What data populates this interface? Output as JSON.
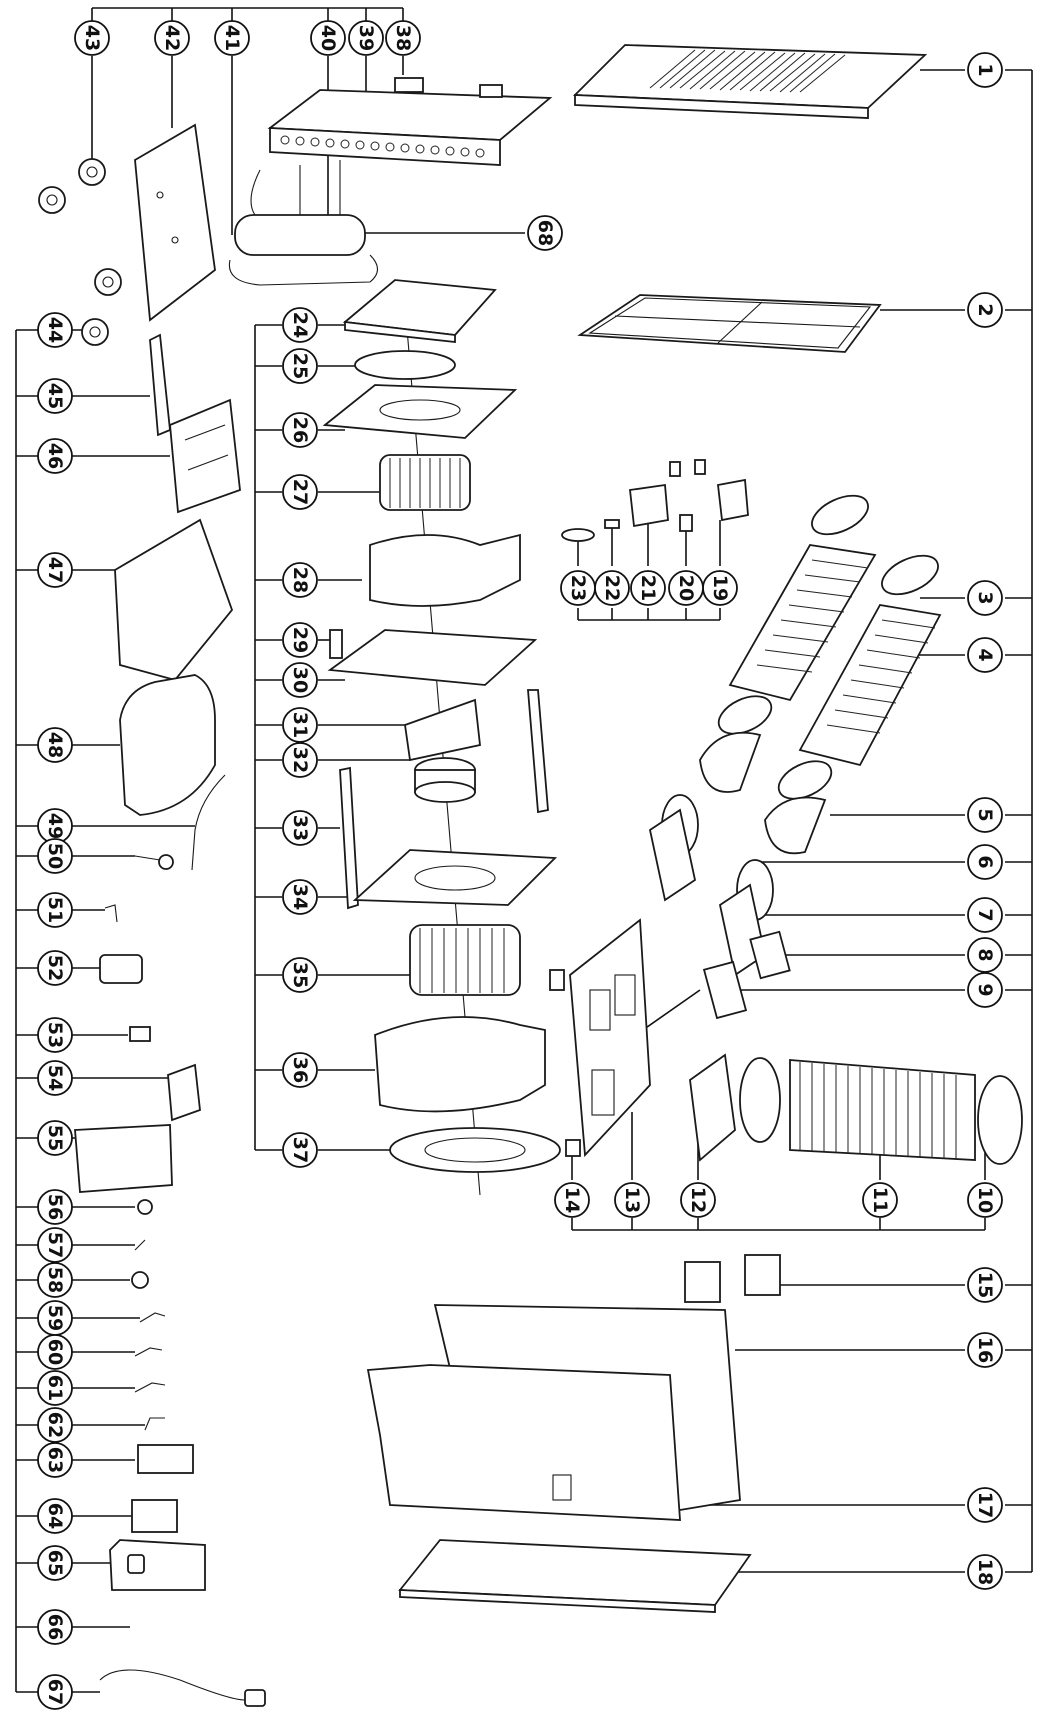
{
  "diagram": {
    "line_color": "#111111",
    "callouts": [
      {
        "n": "1"
      },
      {
        "n": "2"
      },
      {
        "n": "3"
      },
      {
        "n": "4"
      },
      {
        "n": "5"
      },
      {
        "n": "6"
      },
      {
        "n": "7"
      },
      {
        "n": "8"
      },
      {
        "n": "9"
      },
      {
        "n": "10"
      },
      {
        "n": "11"
      },
      {
        "n": "12"
      },
      {
        "n": "13"
      },
      {
        "n": "14"
      },
      {
        "n": "15"
      },
      {
        "n": "16"
      },
      {
        "n": "17"
      },
      {
        "n": "18"
      },
      {
        "n": "19"
      },
      {
        "n": "20"
      },
      {
        "n": "21"
      },
      {
        "n": "22"
      },
      {
        "n": "23"
      },
      {
        "n": "24"
      },
      {
        "n": "25"
      },
      {
        "n": "26"
      },
      {
        "n": "27"
      },
      {
        "n": "28"
      },
      {
        "n": "29"
      },
      {
        "n": "30"
      },
      {
        "n": "31"
      },
      {
        "n": "32"
      },
      {
        "n": "33"
      },
      {
        "n": "34"
      },
      {
        "n": "35"
      },
      {
        "n": "36"
      },
      {
        "n": "37"
      },
      {
        "n": "38"
      },
      {
        "n": "39"
      },
      {
        "n": "40"
      },
      {
        "n": "41"
      },
      {
        "n": "42"
      },
      {
        "n": "43"
      },
      {
        "n": "44"
      },
      {
        "n": "45"
      },
      {
        "n": "46"
      },
      {
        "n": "47"
      },
      {
        "n": "48"
      },
      {
        "n": "49"
      },
      {
        "n": "50"
      },
      {
        "n": "51"
      },
      {
        "n": "52"
      },
      {
        "n": "53"
      },
      {
        "n": "54"
      },
      {
        "n": "55"
      },
      {
        "n": "56"
      },
      {
        "n": "57"
      },
      {
        "n": "58"
      },
      {
        "n": "59"
      },
      {
        "n": "60"
      },
      {
        "n": "61"
      },
      {
        "n": "62"
      },
      {
        "n": "63"
      },
      {
        "n": "64"
      },
      {
        "n": "65"
      },
      {
        "n": "66"
      },
      {
        "n": "67"
      },
      {
        "n": "68"
      }
    ]
  }
}
